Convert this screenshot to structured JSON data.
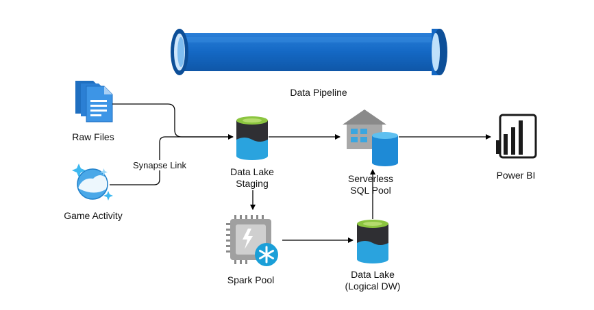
{
  "colors": {
    "pipe_main": "#1468c4",
    "pipe_dark": "#0d4f98",
    "pipe_light": "#3a8ee0",
    "doc_blue": "#2b7fd4",
    "db_dark": "#2f2f33",
    "db_blue": "#2aa3de",
    "db_top": "#8bc53f",
    "spark_gray": "#a0a0a0",
    "powerbi_black": "#1a1a1a",
    "arrow": "#000000"
  },
  "diagram": {
    "pipeline": {
      "label": "Data Pipeline",
      "icon": "pipe-icon"
    },
    "nodes": {
      "raw_files": {
        "label": "Raw Files",
        "icon": "documents-icon"
      },
      "game_activity": {
        "label": "Game Activity",
        "icon": "cosmos-db-icon"
      },
      "staging": {
        "label_line1": "Data Lake",
        "label_line2": "Staging",
        "icon": "data-lake-icon"
      },
      "serverless": {
        "label_line1": "Serverless",
        "label_line2": "SQL Pool",
        "icon": "sql-pool-icon"
      },
      "power_bi": {
        "label": "Power BI",
        "icon": "power-bi-icon"
      },
      "spark": {
        "label": "Spark Pool",
        "icon": "spark-pool-icon"
      },
      "logical_dw": {
        "label_line1": "Data Lake",
        "label_line2": "(Logical DW)",
        "icon": "data-lake-icon"
      }
    },
    "edges": {
      "synapse_link": "Synapse Link"
    }
  }
}
